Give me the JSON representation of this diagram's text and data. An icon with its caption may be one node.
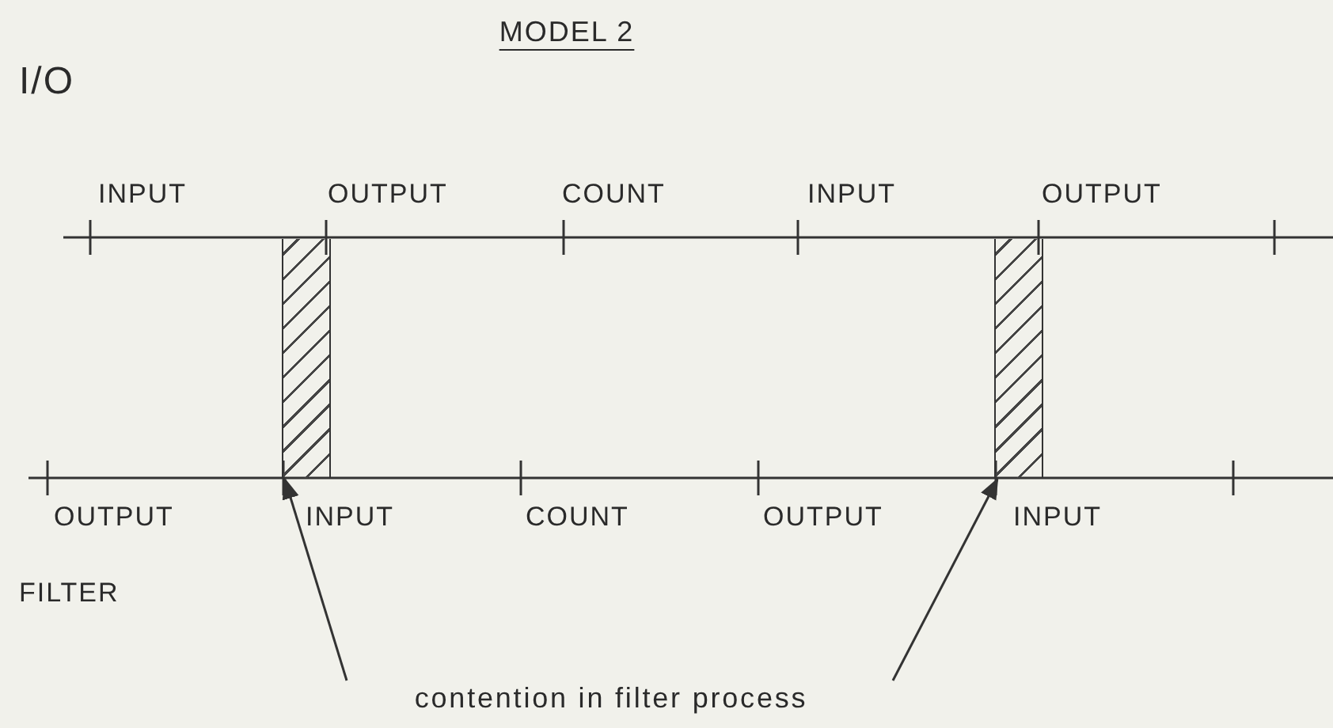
{
  "diagram": {
    "title": "MODEL 2",
    "nodes": [
      {
        "text": [
          "contention in filter process"
        ]
      },
      {
        "text": [],
        "shape": "bar"
      },
      {
        "text": [],
        "shape": "bar"
      }
    ],
    "edges": [
      {
        "from": 0,
        "to": 1,
        "arrow": "to"
      },
      {
        "from": 0,
        "to": 2,
        "arrow": "to"
      }
    ],
    "labels": [
      "I/O",
      "INPUT",
      "OUTPUT",
      "COUNT",
      "INPUT",
      "OUTPUT",
      "OUTPUT",
      "INPUT",
      "COUNT",
      "OUTPUT",
      "INPUT",
      "FILTER"
    ]
  }
}
